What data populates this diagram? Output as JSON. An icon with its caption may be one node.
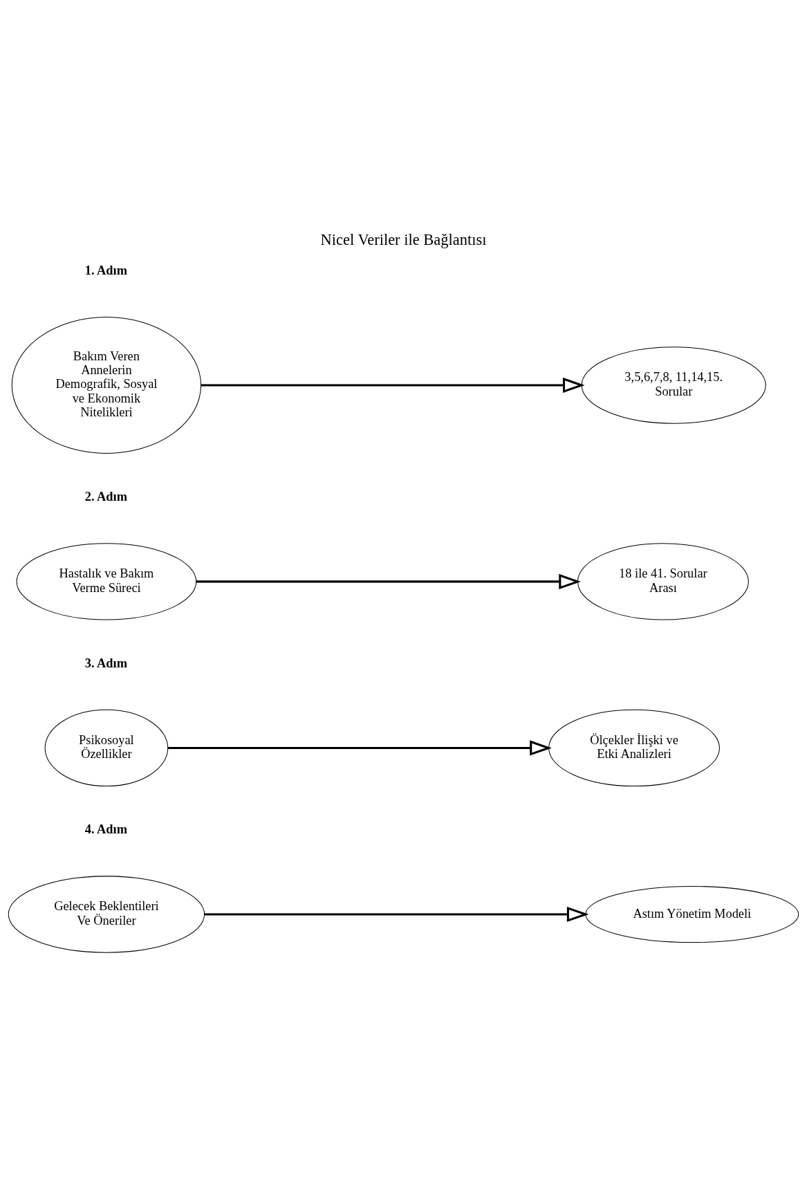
{
  "diagram": {
    "title": "Nicel Veriler ile Bağlantısı",
    "nodes": [
      {
        "text": [
          "Bakım Veren Annelerin Demografik, Sosyal ve Ekonomik Nitelikleri"
        ]
      },
      {
        "text": [
          "3,5,6,7,8, 11,14,15. Sorular"
        ]
      },
      {
        "text": [
          "Hastalık ve Bakım Verme Süreci"
        ]
      },
      {
        "text": [
          "18 ile 41. Sorular Arası"
        ]
      },
      {
        "text": [
          "Psikosoyal Özellikler"
        ]
      },
      {
        "text": [
          "Ölçekler İlişki ve Etki Analizleri"
        ]
      },
      {
        "text": [
          "Gelecek Beklentileri Ve Öneriler"
        ]
      },
      {
        "text": [
          "Astım Yönetim Modeli"
        ]
      }
    ],
    "edges": [
      {
        "from": 0,
        "to": 1,
        "arrow": "to"
      },
      {
        "from": 2,
        "to": 3,
        "arrow": "to"
      },
      {
        "from": 4,
        "to": 5,
        "arrow": "to"
      },
      {
        "from": 6,
        "to": 7,
        "arrow": "to"
      }
    ],
    "labels": [
      "1. Adım",
      "2. Adım",
      "3. Adım",
      "4. Adım"
    ]
  }
}
